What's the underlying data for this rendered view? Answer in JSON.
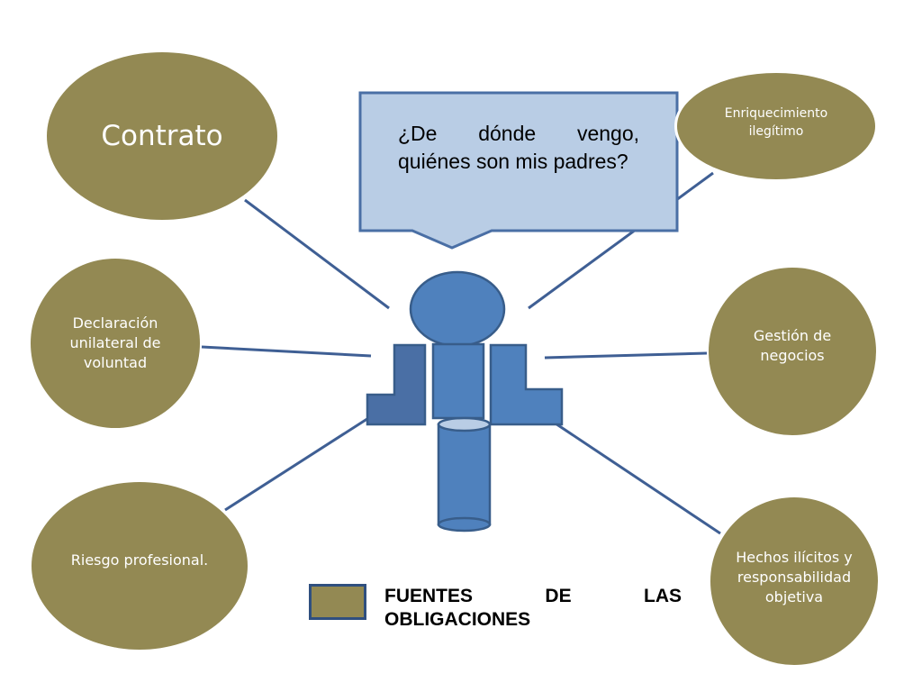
{
  "colors": {
    "node_fill": "#938953",
    "node_text": "#ffffff",
    "connector": "#3f5f94",
    "figure_fill": "#4f81bd",
    "figure_stroke": "#385d8a",
    "callout_fill": "#b9cde5",
    "callout_stroke": "#4a6fa5",
    "legend_swatch": "#938953"
  },
  "callout": {
    "text": "¿De dónde vengo, quiénes son mis padres?"
  },
  "nodes": {
    "contrato": "Contrato",
    "enriquecimiento": "Enriquecimiento ilegítimo",
    "declaracion": "Declaración unilateral de voluntad",
    "gestion": "Gestión de negocios",
    "riesgo": "Riesgo profesional.",
    "hechos": "Hechos ilícitos y responsabilidad objetiva"
  },
  "legend": {
    "label": "FUENTES DE LAS OBLIGACIONES"
  },
  "figure": {
    "icon": "person-figure-icon"
  }
}
